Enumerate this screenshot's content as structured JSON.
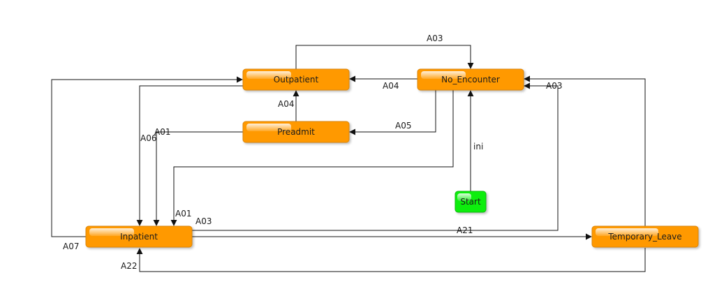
{
  "diagram": {
    "nodes": {
      "outpatient": {
        "label": "Outpatient",
        "color": "#ff9900"
      },
      "no_encounter": {
        "label": "No_Encounter",
        "color": "#ff9900"
      },
      "preadmit": {
        "label": "Preadmit",
        "color": "#ff9900"
      },
      "start": {
        "label": "Start",
        "color": "#11ee11"
      },
      "inpatient": {
        "label": "Inpatient",
        "color": "#ff9900"
      },
      "temporary_leave": {
        "label": "Temporary_Leave",
        "color": "#ff9900"
      }
    },
    "edges": {
      "out_to_noenc": "A03",
      "noenc_to_out": "A04",
      "temp_to_noenc": "A03",
      "pre_to_out": "A04",
      "noenc_to_pre": "A05",
      "pre_to_inp": "A01",
      "out_to_inp": "A06",
      "start_ini": "ini",
      "noenc_to_inp": "A01",
      "inp_to_noenc": "A03",
      "inp_to_temp": "A21",
      "inp_to_out": "A07",
      "temp_to_inp": "A22"
    }
  }
}
